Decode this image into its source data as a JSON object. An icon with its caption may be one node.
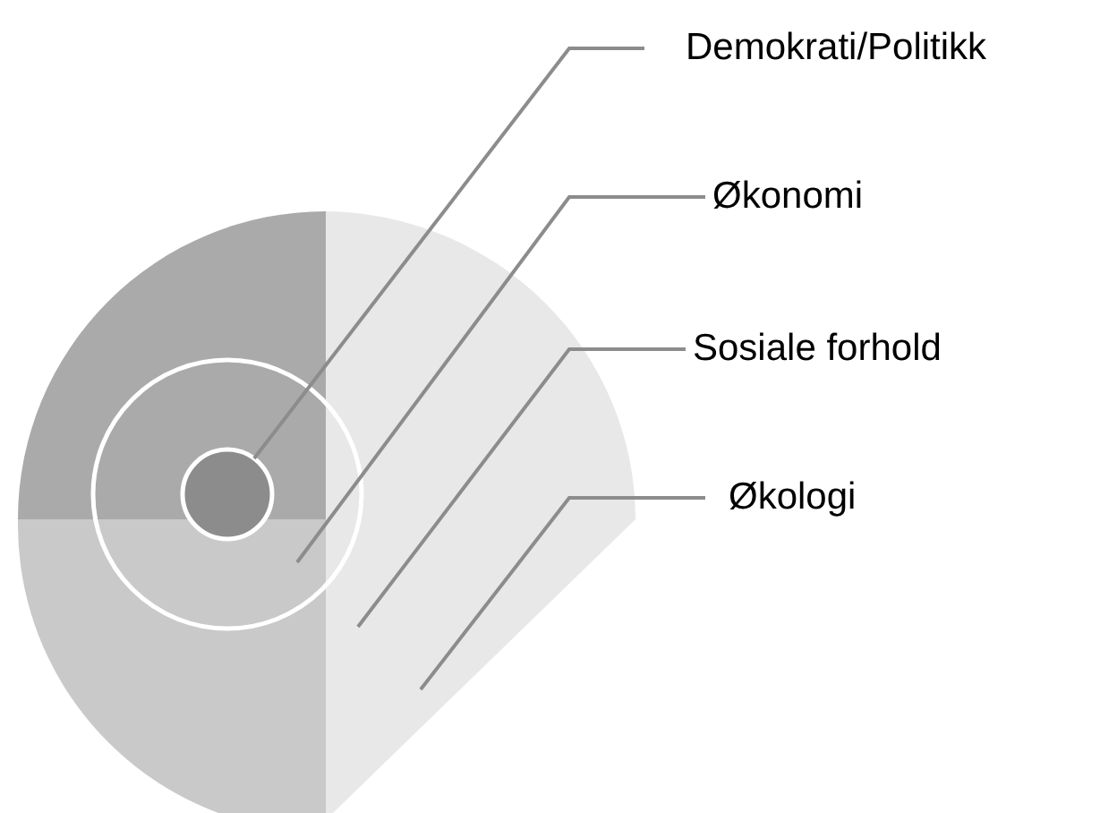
{
  "diagram": {
    "nodes": [
      {
        "text": [
          "Demokrati/Politikk"
        ]
      },
      {
        "text": [
          "Økonomi"
        ]
      },
      {
        "text": [
          "Sosiale forhold"
        ]
      },
      {
        "text": [
          "Økologi"
        ]
      },
      {
        "text": [],
        "shape": "circle",
        "in": 5
      },
      {
        "text": [],
        "shape": "circle"
      },
      {
        "text": [],
        "shape": "circle"
      }
    ],
    "edges": [
      {
        "from": 0,
        "to": 4,
        "arrow": "none"
      },
      {
        "from": 1,
        "to": 5,
        "arrow": "none"
      },
      {
        "from": 2,
        "to": 6,
        "arrow": "none"
      },
      {
        "from": 3,
        "to": 6,
        "arrow": "none"
      }
    ]
  }
}
